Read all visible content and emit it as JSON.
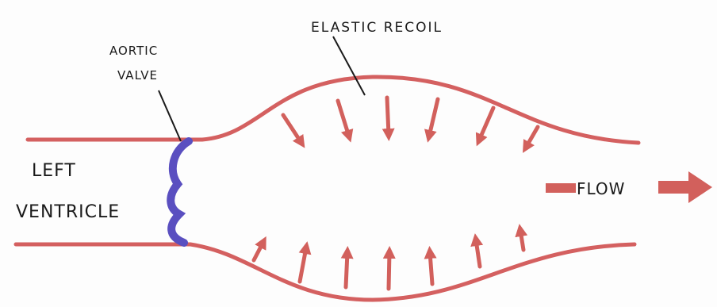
{
  "labels": {
    "elastic_recoil": "ELASTIC RECOIL",
    "aortic_line1": "AORTIC",
    "aortic_line2": "VALVE",
    "left_line1": "LEFT",
    "left_line2": "VENTRICLE",
    "flow": "FLOW"
  },
  "colors": {
    "vessel": "#d46060",
    "arrow": "#d2605c",
    "valve": "#5a4fc0",
    "ink": "#1a1a1a"
  },
  "icons": {
    "recoil_arrows": "arrow-inward",
    "flow_arrow": "arrow-right"
  }
}
